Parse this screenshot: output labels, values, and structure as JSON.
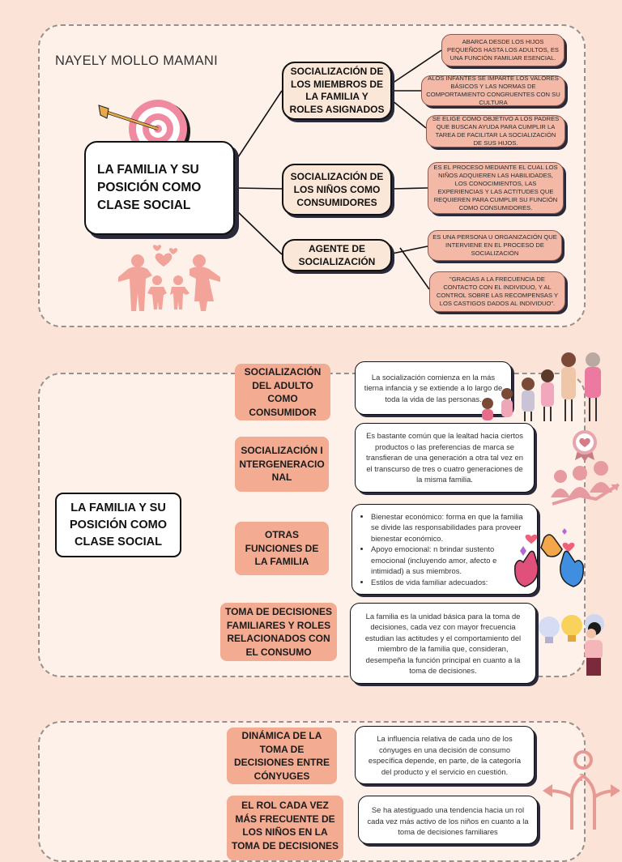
{
  "section1": {
    "author": "NAYELY MOLLO MAMANI",
    "title": "LA FAMILIA Y SU POSICIÓN COMO CLASE SOCIAL",
    "branches": [
      {
        "label": "SOCIALIZACIÓN DE LOS MIEMBROS DE LA FAMILIA Y ROLES ASIGNADOS",
        "details": [
          "ABARCA DESDE LOS HIJOS PEQUEÑOS HASTA LOS ADULTOS, ES UNA FUNCIÓN FAMILIAR ESENCIAL.",
          "ALOS INFANTES SE IMPARTE LOS VALORES BÁSICOS Y LAS NORMAS DE COMPORTAMIENTO CONGRUENTES CON SU CULTURA",
          "SE ELIGE COMO OBJETIVO A LOS PADRES QUE BUSCAN AYUDA PARA CUMPLIR LA TAREA DE FACILITAR LA SOCIALIZACIÓN DE SUS HIJOS."
        ]
      },
      {
        "label": "SOCIALIZACIÓN DE LOS NIÑOS COMO CONSUMIDORES",
        "details": [
          "ES EL PROCESO MEDIANTE EL CUAL LOS NIÑOS ADQUIEREN LAS HABILIDADES, LOS CONOCIMIENTOS, LAS EXPERIENCIAS Y LAS ACTITUDES QUE REQUIEREN PARA CUMPLIR SU FUNCIÓN COMO CONSUMIDORES."
        ]
      },
      {
        "label": "AGENTE DE SOCIALIZACIÓN",
        "details": [
          "ES UNA PERSONA U ORGANIZACIÓN QUE INTERVIENE EN EL PROCESO DE SOCIALIZACIÓN",
          "\"GRACIAS A LA FRECUENCIA DE CONTACTO CON EL INDIVIDUO, Y AL CONTROL SOBRE LAS RECOMPENSAS Y LOS CASTIGOS DADOS AL INDIVIDUO\"."
        ]
      }
    ]
  },
  "section2": {
    "title": "LA FAMILIA Y SU POSICIÓN COMO CLASE SOCIAL",
    "branches": [
      {
        "label": "SOCIALIZACIÓN DEL ADULTO COMO CONSUMIDOR",
        "detail": "La socialización comienza en la más tierna infancia y se extiende a lo largo de toda la vida de las personas."
      },
      {
        "label": "SOCIALIZACIÓN INTERGENERACIONAL",
        "detail": "Es bastante común que la lealtad hacia ciertos productos o las preferencias de marca se transfieran de una generación a otra tal vez en el transcurso de tres o cuatro generaciones de la misma familia."
      },
      {
        "label": "OTRAS FUNCIONES DE LA FAMILIA",
        "bullets": [
          "Bienestar económico:  forma en que la familia se divide las responsabilidades para proveer bienestar económico.",
          "Apoyo emocional: n brindar sustento emocional (incluyendo amor, afecto e intimidad) a sus miembros.",
          "Estilos de vida familiar adecuados:"
        ]
      },
      {
        "label": "TOMA DE DECISIONES FAMILIARES Y ROLES RELACIONADOS CON EL CONSUMO",
        "detail": "La familia es la unidad básica para la toma de decisiones, cada vez con mayor frecuencia estudian las actitudes y el comportamiento del miembro de la familia que, consideran, desempeña la función principal en cuanto a la toma de decisiones."
      }
    ]
  },
  "section3": {
    "branches": [
      {
        "label": "DINÁMICA DE LA TOMA DE DECISIONES ENTRE CÓNYUGES",
        "detail": "La influencia relativa de cada uno de los cónyuges en una decisión de consumo específica depende, en parte, de la categoría del producto y el servicio en cuestión."
      },
      {
        "label": "EL ROL CADA VEZ MÁS FRECUENTE DE LOS NIÑOS EN LA TOMA DE DECISIONES",
        "detail": "Se ha atestiguado una tendencia hacia un rol cada vez más activo de los niños en cuanto a la toma de decisiones familiares"
      }
    ]
  },
  "colors": {
    "background": "#fbe3d7",
    "panel": "#fdf1ea",
    "accent_salmon": "#f3ab92",
    "accent_pink": "#f4b9a6",
    "dark": "#1b1b1b"
  }
}
